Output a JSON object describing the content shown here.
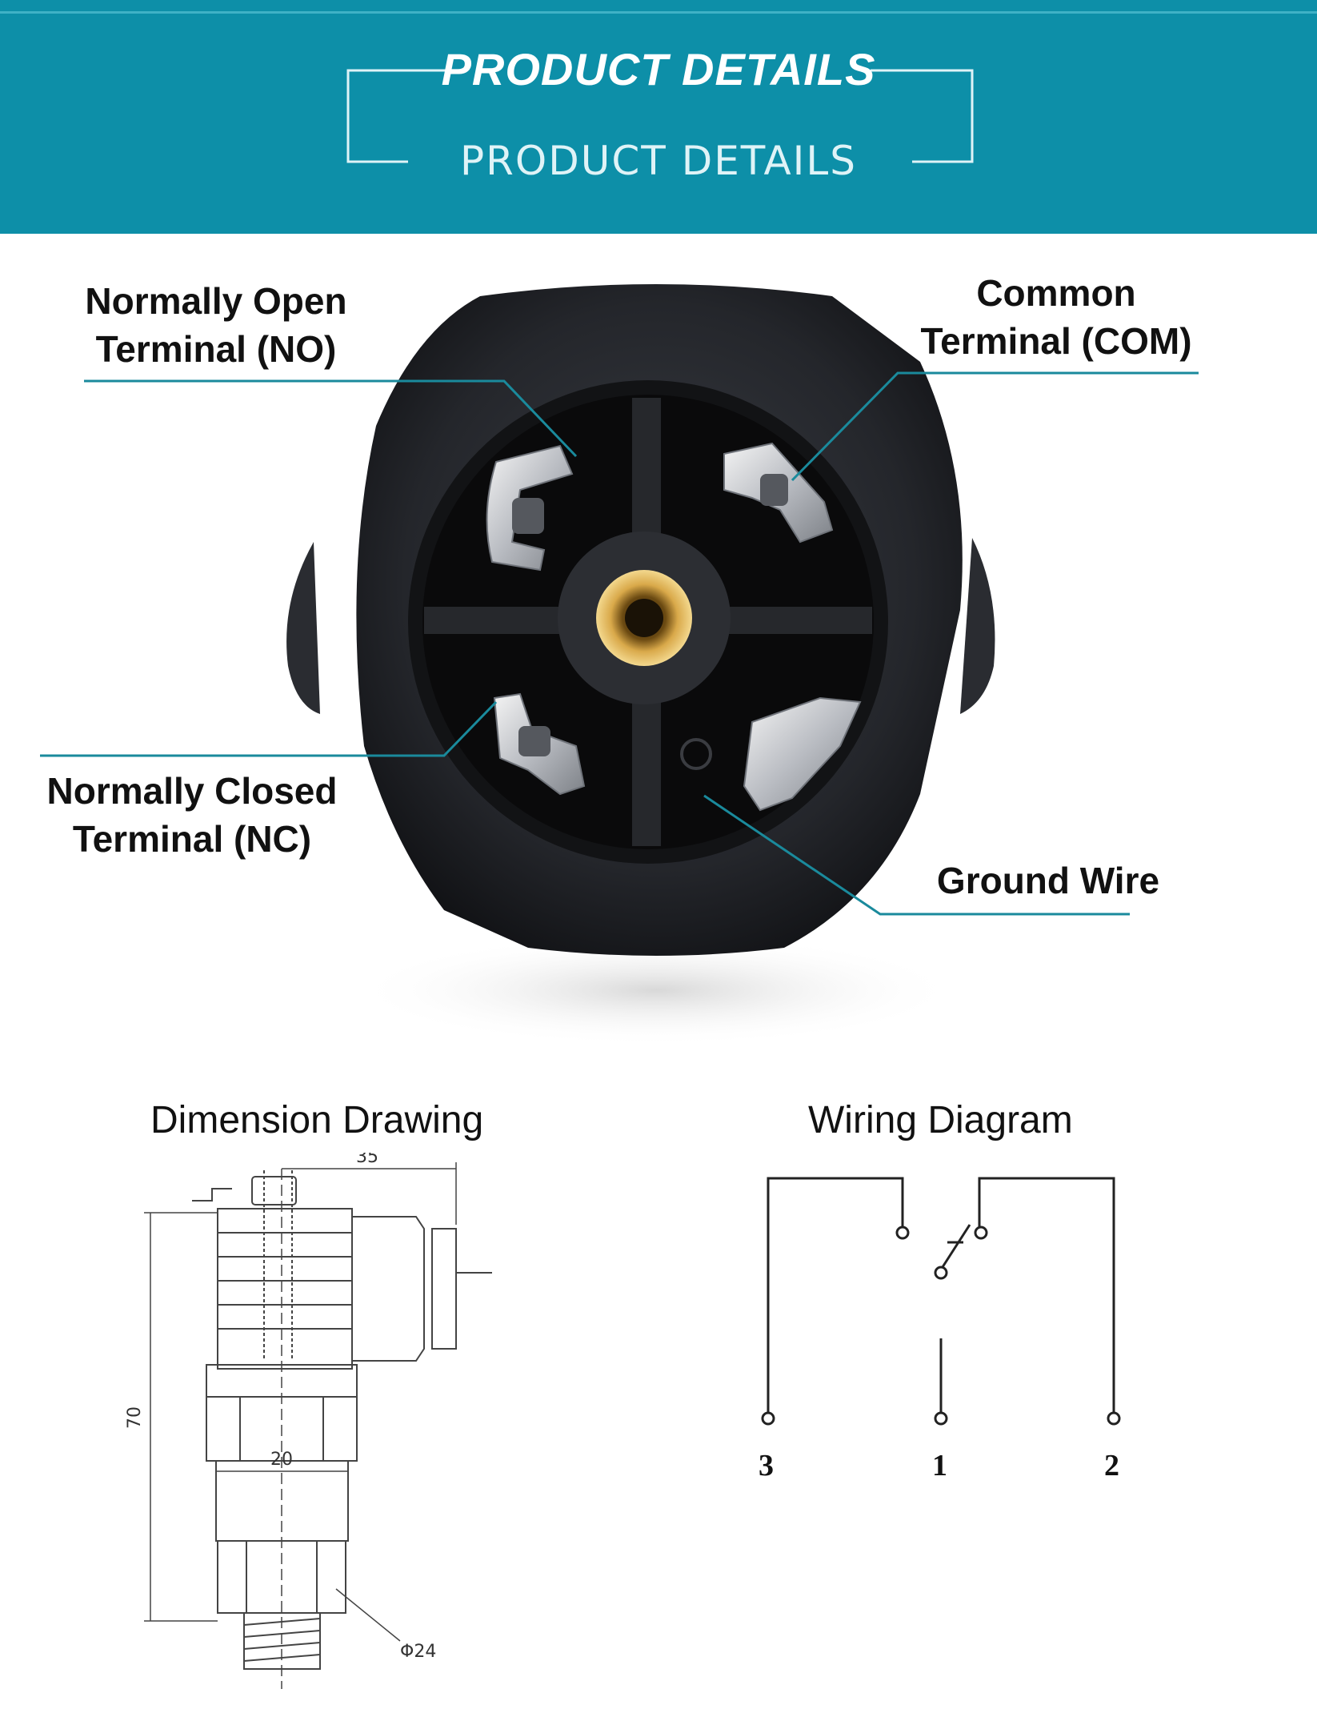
{
  "header": {
    "title": "PRODUCT DETAILS",
    "subtitle": "PRODUCT DETAILS"
  },
  "callouts": {
    "normally_open": {
      "line1": "Normally Open",
      "line2": "Terminal (NO)"
    },
    "common": {
      "line1": "Common",
      "line2": "Terminal (COM)"
    },
    "normally_closed": {
      "line1": "Normally Closed",
      "line2": "Terminal (NC)"
    },
    "ground": {
      "line1": "Ground Wire"
    }
  },
  "dimension_drawing": {
    "title": "Dimension Drawing",
    "width_label": "35",
    "height_label": "70",
    "body_label": "20",
    "thread_label": "Φ24"
  },
  "wiring_diagram": {
    "title": "Wiring Diagram",
    "pins": [
      "3",
      "1",
      "2"
    ]
  },
  "colors": {
    "banner": "#0d8fa8",
    "leader_line": "#1a8a9c"
  }
}
